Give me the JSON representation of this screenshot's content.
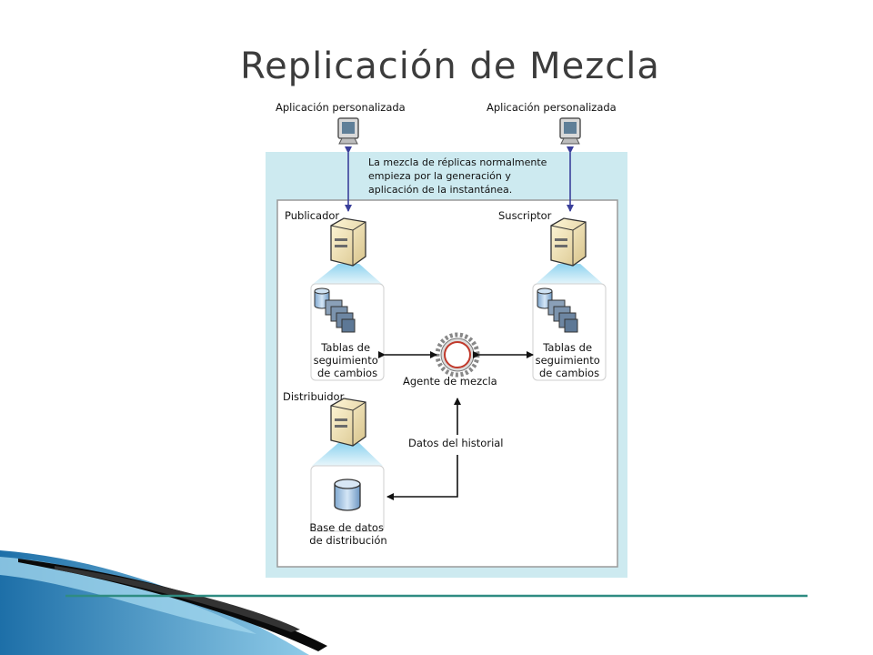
{
  "slide": {
    "title": "Replicación de Mezcla"
  },
  "diagram": {
    "app_left": "Aplicación personalizada",
    "app_right": "Aplicación personalizada",
    "note": [
      "La mezcla de réplicas normalmente",
      "empieza por la generación y",
      "aplicación de la instantánea."
    ],
    "publisher": "Publicador",
    "subscriber": "Suscriptor",
    "distributor": "Distribuidor",
    "tables_left": [
      "Tablas de",
      "seguimiento",
      "de cambios"
    ],
    "tables_right": [
      "Tablas de",
      "seguimiento",
      "de cambios"
    ],
    "merge_agent": "Agente de mezcla",
    "history_data": "Datos del historial",
    "distribution_db": [
      "Base de datos",
      "de distribución"
    ]
  },
  "colors": {
    "panel_bg": "#cdeaf0",
    "inner_border": "#9a9a9a",
    "arrow_blue": "#3a3f9a",
    "arrow_black": "#111111",
    "accent_teal": "#2f8c82",
    "wave_blue": "#2f7fb8"
  }
}
